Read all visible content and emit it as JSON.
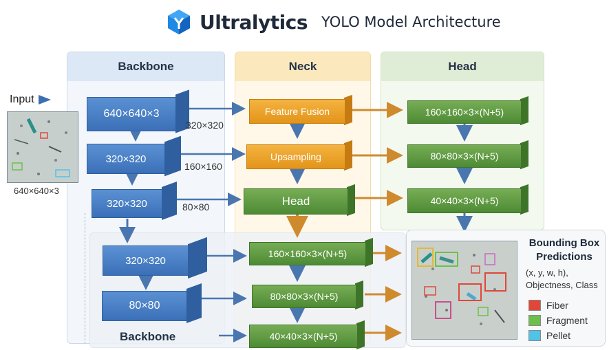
{
  "title": {
    "brand": "Ultralytics",
    "subtitle": "YOLO Model Architecture"
  },
  "sections": {
    "backbone": "Backbone",
    "neck": "Neck",
    "head": "Head",
    "backbone_lower": "Backbone"
  },
  "input": {
    "label": "Input",
    "size": "640×640×3"
  },
  "backbone_blocks": [
    "640×640×3",
    "320×320",
    "320×320",
    "320×320",
    "80×80"
  ],
  "connector_labels": [
    "320×320",
    "160×160",
    "80×80"
  ],
  "neck_blocks": {
    "fusion": "Feature Fusion",
    "upsampling": "Upsampling",
    "head": "Head",
    "out1": "160×160×3×(N+5)",
    "out2": "80×80×3×(N+5)",
    "out3": "40×40×3×(N+5)"
  },
  "head_blocks": [
    "160×160×3×(N+5)",
    "80×80×3×(N+5)",
    "40×40×3×(N+5)"
  ],
  "predictions": {
    "title": "Bounding Box Predictions",
    "desc": "(x, y, w, h), Objectness, Class"
  },
  "legend": [
    {
      "label": "Fiber",
      "color": "#e0473a"
    },
    {
      "label": "Fragment",
      "color": "#6cc04a"
    },
    {
      "label": "Pellet",
      "color": "#4fc3e8"
    }
  ],
  "colors": {
    "blue": "#3b70b8",
    "green": "#4e8a35",
    "orange": "#e3941a",
    "arrow_blue": "#4a76b0",
    "arrow_orange": "#cf8a2e"
  }
}
